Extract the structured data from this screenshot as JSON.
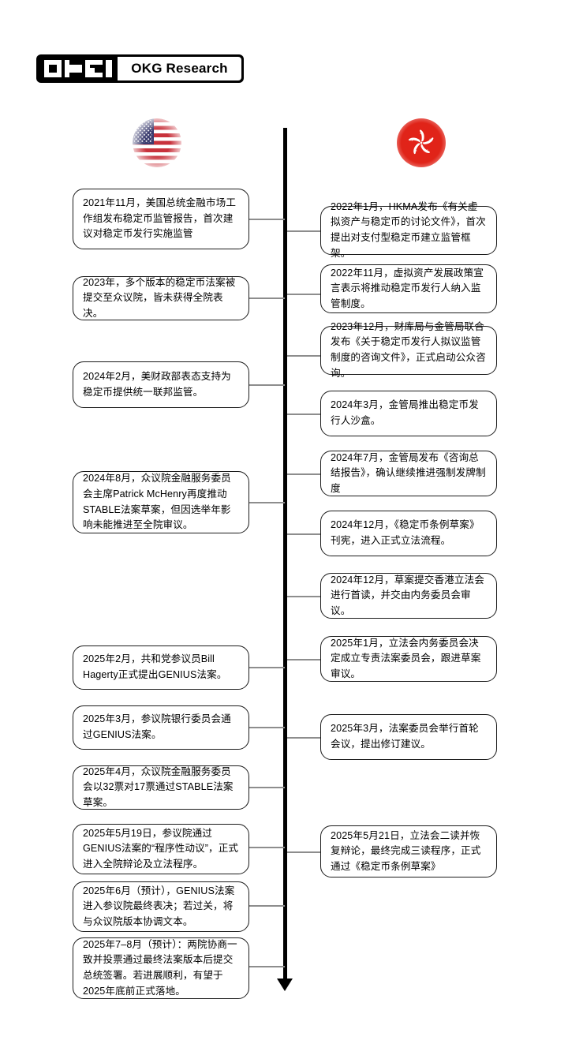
{
  "brand": {
    "logo_mark_text": "OKG",
    "wordmark": "OKG Research",
    "logo_bg": "#000000",
    "plate_bg": "#ffffff"
  },
  "flags": {
    "left": {
      "name": "us-flag",
      "label": "United States",
      "colors": [
        "#c8323c",
        "#ffffff",
        "#3a3b6e"
      ]
    },
    "right": {
      "name": "hong-kong-flag",
      "label": "Hong Kong",
      "colors": [
        "#e32119",
        "#ffffff"
      ]
    }
  },
  "timeline": {
    "axis_color": "#000000",
    "connector_color": "#8d8d8d",
    "direction": "top-to-bottom"
  },
  "events": {
    "us": [
      {
        "id": "us-1",
        "text": "2021年11月，美国总统金融市场工作组发布稳定币监管报告，首次建议对稳定币发行实施监管"
      },
      {
        "id": "us-2",
        "text": " 2023年，多个版本的稳定币法案被提交至众议院，皆未获得全院表决。"
      },
      {
        "id": "us-3",
        "text": "2024年2月，美财政部表态支持为稳定币提供统一联邦监管。"
      },
      {
        "id": "us-4",
        "text": "2024年8月，众议院金融服务委员会主席Patrick McHenry再度推动STABLE法案草案，但因选举年影响未能推进至全院审议。"
      },
      {
        "id": "us-5",
        "text": "2025年2月，共和党参议员Bill Hagerty正式提出GENIUS法案。"
      },
      {
        "id": "us-6",
        "text": "2025年3月，参议院银行委员会通过GENIUS法案。"
      },
      {
        "id": "us-7",
        "text": "2025年4月，众议院金融服务委员会以32票对17票通过STABLE法案草案。"
      },
      {
        "id": "us-8",
        "text": "2025年5月19日，参议院通过GENIUS法案的“程序性动议”，正式进入全院辩论及立法程序。"
      },
      {
        "id": "us-9",
        "text": "2025年6月（预计），GENIUS法案进入参议院最终表决；若过关，将与众议院版本协调文本。"
      },
      {
        "id": "us-10",
        "text": "2025年7–8月（预计）：两院协商一致并投票通过最终法案版本后提交总统签署。若进展顺利，有望于2025年底前正式落地。"
      }
    ],
    "hk": [
      {
        "id": "hk-1",
        "text": "2022年1月，HKMA发布《有关虚拟资产与稳定币的讨论文件》，首次提出对支付型稳定币建立监管框架。"
      },
      {
        "id": "hk-2",
        "text": "2022年11月，虚拟资产发展政策宣言表示将推动稳定币发行人纳入监管制度。"
      },
      {
        "id": "hk-3",
        "text": "2023年12月，财库局与金管局联合发布《关于稳定币发行人拟议监管制度的咨询文件》，正式启动公众咨询。"
      },
      {
        "id": "hk-4",
        "text": "2024年3月，金管局推出稳定币发行人沙盒。"
      },
      {
        "id": "hk-5",
        "text": "2024年7月，金管局发布《咨询总结报告》，确认继续推进强制发牌制度"
      },
      {
        "id": "hk-6",
        "text": "2024年12月，《稳定币条例草案》刊宪，进入正式立法流程。"
      },
      {
        "id": "hk-7",
        "text": "2024年12月，草案提交香港立法会进行首读，并交由内务委员会审议。"
      },
      {
        "id": "hk-8",
        "text": "2025年1月，立法会内务委员会决定成立专责法案委员会，跟进草案审议。"
      },
      {
        "id": "hk-9",
        "text": "2025年3月，法案委员会举行首轮会议，提出修订建议。"
      },
      {
        "id": "hk-10",
        "text": "2025年5月21日，立法会二读并恢复辩论，最终完成三读程序，正式通过《稳定币条例草案》"
      }
    ]
  }
}
